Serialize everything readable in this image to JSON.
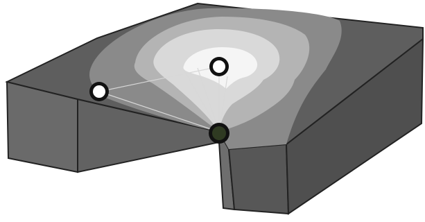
{
  "diagram": {
    "subject": "",
    "colors": {
      "background": "#ffffff",
      "top_face": "#5e5e5e",
      "wall_left_front": "#626262",
      "wall_left_end": "#6a6a6a",
      "wall_right": "#575757",
      "notch_face": "#6e6e6e",
      "zone_level_1": "#8a8a8a",
      "zone_level_2": "#b4b4b4",
      "zone_level_3": "#d9d9d9",
      "zone_level_4": "#f5f5f5",
      "outline": "#222222",
      "sight_line": "#d8d8d8",
      "marker_ring": "#111111",
      "marker_fill_light": "#ffffff",
      "marker_fill_dark": "#2f3a22"
    },
    "zones": [
      "zone_level_1",
      "zone_level_2",
      "zone_level_3",
      "zone_level_4"
    ],
    "markers": [
      {
        "id": "left-node",
        "fill": "marker_fill_light"
      },
      {
        "id": "top-node",
        "fill": "marker_fill_light"
      },
      {
        "id": "vertex-node",
        "fill": "marker_fill_dark"
      }
    ],
    "sight_lines": [
      {
        "from": "vertex-node",
        "to": "left-node"
      },
      {
        "from": "vertex-node",
        "to": "top-node"
      },
      {
        "from": "left-node",
        "to": "top-node"
      }
    ]
  }
}
